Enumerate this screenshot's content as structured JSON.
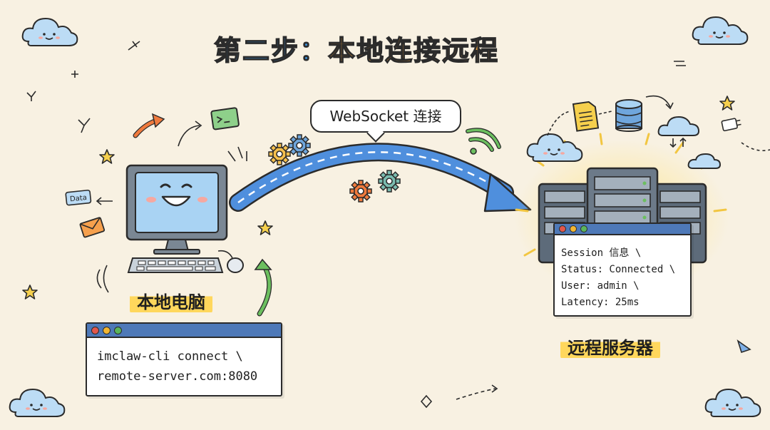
{
  "title": {
    "part1": "第二步：",
    "part2": "本地连接远程"
  },
  "local": {
    "label": "本地电脑",
    "data_tag": "Data",
    "terminal": {
      "line1": "imclaw-cli connect \\",
      "line2": "remote-server.com:8080"
    }
  },
  "connection": {
    "label": "WebSocket 连接"
  },
  "remote": {
    "label": "远程服务器",
    "panel": {
      "line1": "Session 信息 \\",
      "line2": "Status: Connected \\",
      "line3": "User: admin \\",
      "line4": "Latency: 25ms"
    }
  },
  "colors": {
    "background": "#f8f1e2",
    "title_blue": "#3a8fd6",
    "title_orange": "#f0a23c",
    "highlight": "#ffd75c",
    "arrow_blue": "#4f8fdd",
    "window_bar": "#4e79b8",
    "dot_red": "#e2574c",
    "dot_yellow": "#f2b632",
    "dot_green": "#5bb55b"
  },
  "icons": [
    "cloud-icon",
    "computer-icon",
    "keyboard-icon",
    "mouse-icon",
    "server-icon",
    "database-icon",
    "document-icon",
    "gear-icon",
    "wifi-icon",
    "star-icon",
    "envelope-icon",
    "terminal-icon",
    "arrow-icon"
  ]
}
